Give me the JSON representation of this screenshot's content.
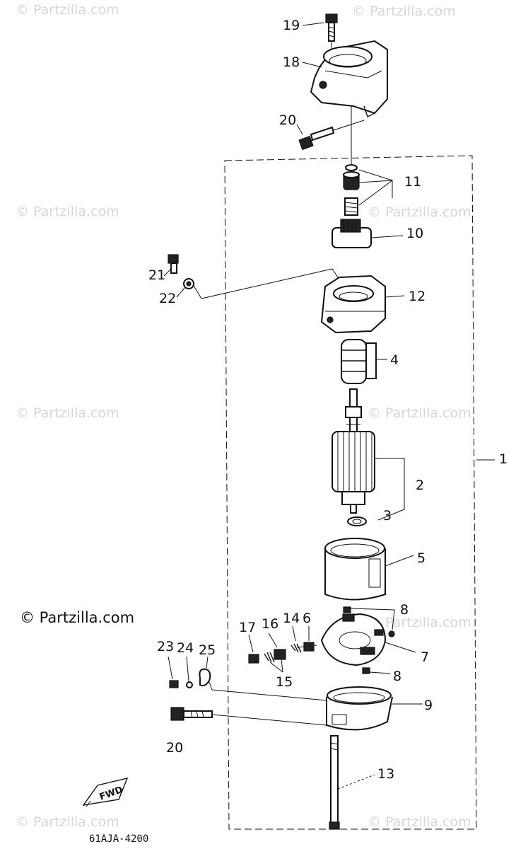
{
  "watermark": "© Partzilla.com",
  "diagram_code": "61AJA-4200",
  "direction_label": "FWD",
  "callouts": {
    "c1": "1",
    "c2": "2",
    "c3": "3",
    "c4": "4",
    "c5": "5",
    "c6": "6",
    "c7": "7",
    "c8a": "8",
    "c8b": "8",
    "c9": "9",
    "c10": "10",
    "c11": "11",
    "c12": "12",
    "c13": "13",
    "c14": "14",
    "c15": "15",
    "c16": "16",
    "c17": "17",
    "c18": "18",
    "c19": "19",
    "c20a": "20",
    "c20b": "20",
    "c21": "21",
    "c22": "22",
    "c23": "23",
    "c24": "24",
    "c25": "25"
  }
}
